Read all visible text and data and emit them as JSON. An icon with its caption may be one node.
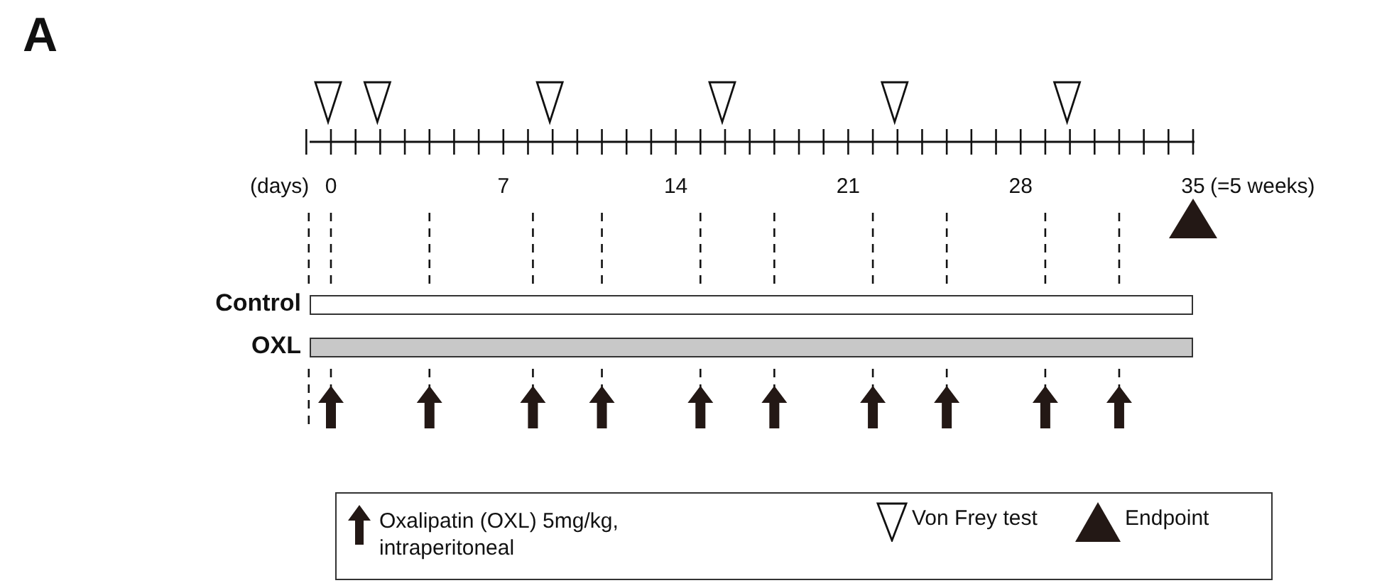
{
  "diagram": {
    "nodes": [
      {
        "text": [
          "Control"
        ]
      },
      {
        "text": [
          "OXL"
        ]
      }
    ],
    "edges": [],
    "labels": [
      "A",
      "(days)",
      "0",
      "7",
      "14",
      "21",
      "28",
      "35",
      "(=5 weeks)"
    ],
    "legend": [
      {
        "text": "Oxalipatin (OXL) 5mg/kg, intraperitoneal"
      },
      {
        "text": "Von Frey test"
      },
      {
        "text": "Endpoint"
      }
    ]
  }
}
